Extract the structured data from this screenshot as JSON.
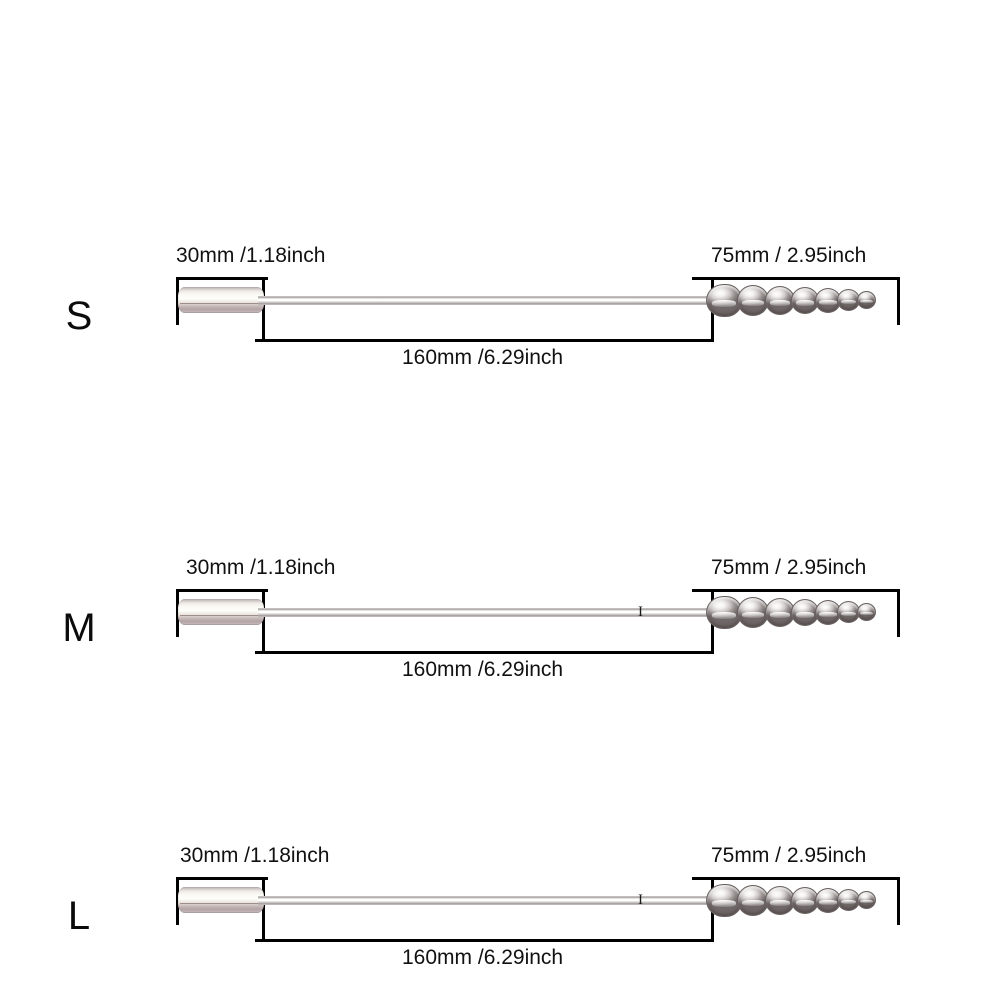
{
  "background_color": "#ffffff",
  "diagram": {
    "title_present": false,
    "rows": [
      {
        "size_label": "S",
        "has_shaft_stopper": false,
        "dimensions": {
          "handle_length": "30mm /1.18inch",
          "tip_length": "75mm / 2.95inch",
          "shaft_length": "160mm /6.29inch"
        }
      },
      {
        "size_label": "M",
        "has_shaft_stopper": true,
        "dimensions": {
          "handle_length": "30mm /1.18inch",
          "tip_length": "75mm / 2.95inch",
          "shaft_length": "160mm /6.29inch"
        }
      },
      {
        "size_label": "L",
        "has_shaft_stopper": true,
        "dimensions": {
          "handle_length": "30mm /1.18inch",
          "tip_length": "75mm / 2.95inch",
          "shaft_length": "160mm /6.29inch"
        }
      }
    ],
    "bead_count": 7,
    "stopper_glyph": "I",
    "colors": {
      "line": "#000000",
      "text": "#111111",
      "metal_highlight": "#ffffff",
      "metal_shadow": "#6f6867",
      "handle_tint": "#b3a3a6"
    }
  }
}
